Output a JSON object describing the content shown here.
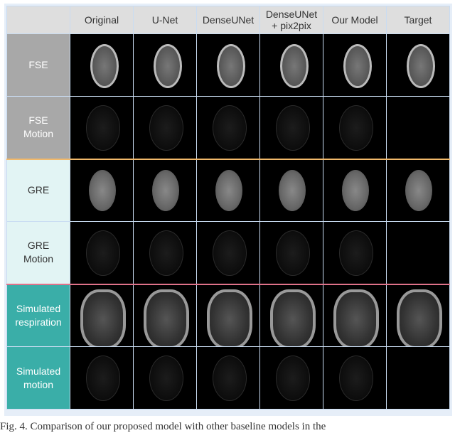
{
  "columns": [
    "",
    "Original",
    "U-Net",
    "DenseUNet",
    "DenseUNet\n+ pix2pix",
    "Our Model",
    "Target"
  ],
  "rows": [
    {
      "label": "FSE",
      "group": "fse",
      "kind": "image",
      "separator": ""
    },
    {
      "label": "FSE\nMotion",
      "group": "fse",
      "kind": "error",
      "separator": "orange"
    },
    {
      "label": "GRE",
      "group": "gre",
      "kind": "image",
      "separator": ""
    },
    {
      "label": "GRE\nMotion",
      "group": "gre",
      "kind": "error",
      "separator": "pink"
    },
    {
      "label": "Simulated\nrespiration",
      "group": "sim",
      "kind": "image",
      "separator": ""
    },
    {
      "label": "Simulated\nmotion",
      "group": "sim",
      "kind": "error",
      "separator": ""
    }
  ],
  "colors": {
    "header": "#dedede",
    "fse": "#a8a8a8",
    "gre": "#e2f4f4",
    "sim": "#3aaea8",
    "orange_line": "#f2b96b",
    "pink_line": "#e0728a"
  },
  "caption": "Fig. 4. Comparison of our proposed model with other baseline models in the"
}
